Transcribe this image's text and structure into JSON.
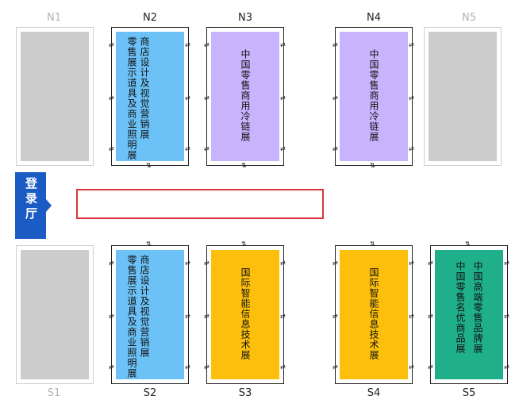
{
  "lobby": {
    "label": "登录厅",
    "color": "#1b5bc4"
  },
  "corridor": {
    "color": "#d9363e"
  },
  "north_halls": [
    {
      "id": "N1",
      "active": false,
      "lines": []
    },
    {
      "id": "N2",
      "active": true,
      "color": "#6cc1f6",
      "lines": [
        "商店设计及视觉营销展",
        "零售展示道具及商业照明展"
      ]
    },
    {
      "id": "N3",
      "active": true,
      "color": "#c8b3fc",
      "lines": [
        "中国零售商用冷链展"
      ]
    },
    {
      "id": "N4",
      "active": true,
      "color": "#c8b3fc",
      "lines": [
        "中国零售商用冷链展"
      ]
    },
    {
      "id": "N5",
      "active": false,
      "lines": []
    }
  ],
  "south_halls": [
    {
      "id": "S1",
      "active": false,
      "lines": []
    },
    {
      "id": "S2",
      "active": true,
      "color": "#6cc1f6",
      "lines": [
        "商店设计及视觉营销展",
        "零售展示道具及商业照明展"
      ]
    },
    {
      "id": "S3",
      "active": true,
      "color": "#fbbf0c",
      "lines": [
        "国际智能信息技术展"
      ]
    },
    {
      "id": "S4",
      "active": true,
      "color": "#fbbf0c",
      "lines": [
        "国际智能信息技术展"
      ]
    },
    {
      "id": "S5",
      "active": true,
      "color": "#1faf8a",
      "lines": [
        "中国高端零售品牌展",
        "中国零售名优商品展"
      ]
    }
  ]
}
